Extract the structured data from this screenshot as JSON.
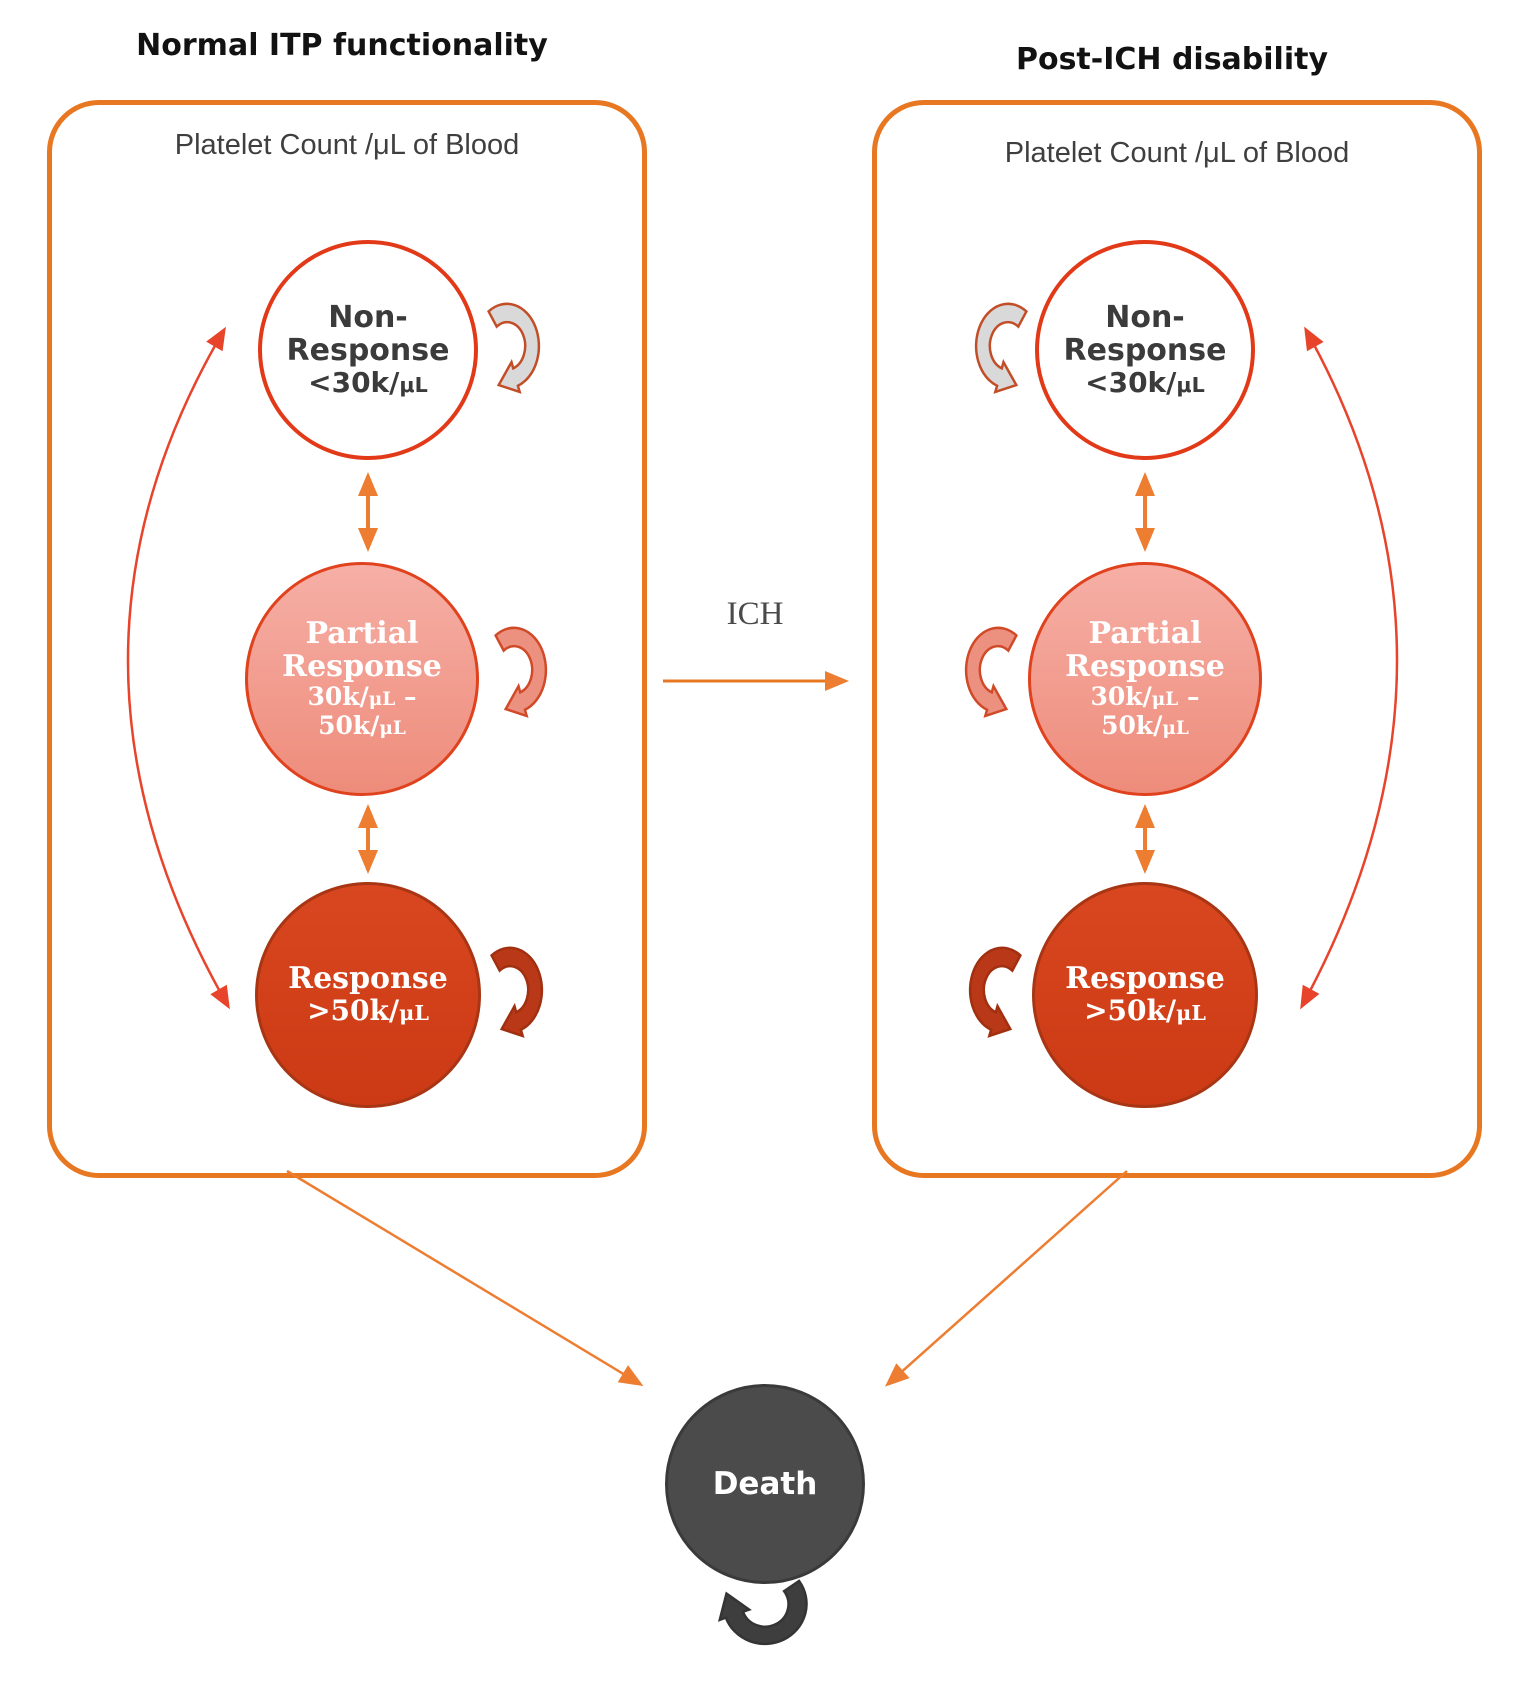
{
  "diagram": {
    "transition_label": "ICH",
    "death_label": "Death"
  },
  "panels": [
    {
      "title": "Normal ITP functionality",
      "subtitle": "Platelet Count /μL of Blood",
      "states": {
        "nr": {
          "l1": "Non-",
          "l2": "Response",
          "num": "<30k/",
          "unit": "μL"
        },
        "pr": {
          "l1": "Partial",
          "l2": "Response",
          "num1": "30k/",
          "unit1": "μL",
          "dash": " –",
          "num2": "50k/",
          "unit2": "μL"
        },
        "r": {
          "l1": "Response",
          "num": ">50k/",
          "unit": "μL"
        }
      }
    },
    {
      "title": "Post-ICH disability",
      "subtitle": "Platelet Count /μL of Blood",
      "states": {
        "nr": {
          "l1": "Non-",
          "l2": "Response",
          "num": "<30k/",
          "unit": "μL"
        },
        "pr": {
          "l1": "Partial",
          "l2": "Response",
          "num1": "30k/",
          "unit1": "μL",
          "dash": " –",
          "num2": "50k/",
          "unit2": "μL"
        },
        "r": {
          "l1": "Response",
          "num": ">50k/",
          "unit": "μL"
        }
      }
    }
  ],
  "colors": {
    "panel_border": "#E87722",
    "arrow_orange": "#ED7D31",
    "arrow_red": "#E8442B",
    "response_red": "#D0411B",
    "partial_pink": "#F0998B",
    "nonresponse_white": "#FFFFFF",
    "death_gray": "#4B4B4B",
    "loop_gray": "#D9D9D9",
    "loop_dark_red": "#B83817"
  }
}
